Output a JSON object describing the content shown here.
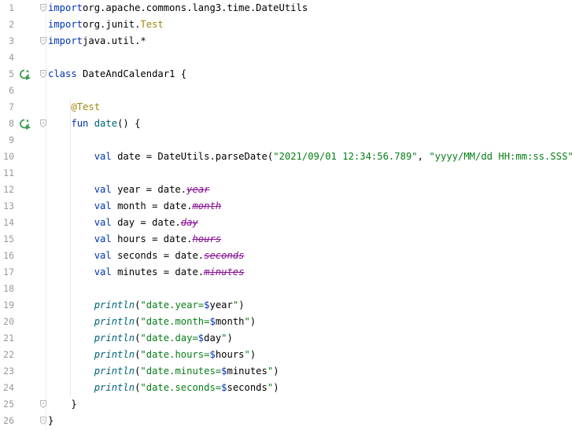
{
  "lines": [
    {
      "n": "1",
      "tokens": [
        [
          "kw",
          "import"
        ],
        [
          "",
          "org.apache.commons.lang3.time.DateUtils"
        ]
      ]
    },
    {
      "n": "2",
      "tokens": [
        [
          "kw",
          "import"
        ],
        [
          "",
          "org.junit."
        ],
        [
          "ann",
          "Test"
        ]
      ]
    },
    {
      "n": "3",
      "tokens": [
        [
          "kw",
          "import"
        ],
        [
          "",
          "java.util.*"
        ]
      ]
    },
    {
      "n": "4",
      "tokens": []
    },
    {
      "n": "5",
      "tokens": [
        [
          "kw",
          "class "
        ],
        [
          "",
          "DateAndCalendar1 {"
        ]
      ]
    },
    {
      "n": "6",
      "tokens": []
    },
    {
      "n": "7",
      "tokens": [
        [
          "",
          "    "
        ],
        [
          "ann",
          "@Test"
        ]
      ]
    },
    {
      "n": "8",
      "tokens": [
        [
          "",
          "    "
        ],
        [
          "kw",
          "fun "
        ],
        [
          "fn",
          "date"
        ],
        [
          "",
          "() {"
        ]
      ]
    },
    {
      "n": "9",
      "tokens": []
    },
    {
      "n": "10",
      "tokens": [
        [
          "",
          "        "
        ],
        [
          "kw",
          "val "
        ],
        [
          "",
          "date = DateUtils.parseDate("
        ],
        [
          "str",
          "\"2021/09/01 12:34:56.789\""
        ],
        [
          "",
          ", "
        ],
        [
          "str",
          "\"yyyy/MM/dd HH:mm:ss.SSS\""
        ],
        [
          "",
          ")"
        ]
      ]
    },
    {
      "n": "11",
      "tokens": []
    },
    {
      "n": "12",
      "tokens": [
        [
          "",
          "        "
        ],
        [
          "kw",
          "val "
        ],
        [
          "",
          "year = date."
        ],
        [
          "prop",
          "year"
        ]
      ]
    },
    {
      "n": "13",
      "tokens": [
        [
          "",
          "        "
        ],
        [
          "kw",
          "val "
        ],
        [
          "",
          "month = date."
        ],
        [
          "prop",
          "month"
        ]
      ]
    },
    {
      "n": "14",
      "tokens": [
        [
          "",
          "        "
        ],
        [
          "kw",
          "val "
        ],
        [
          "",
          "day = date."
        ],
        [
          "prop",
          "day"
        ]
      ]
    },
    {
      "n": "15",
      "tokens": [
        [
          "",
          "        "
        ],
        [
          "kw",
          "val "
        ],
        [
          "",
          "hours = date."
        ],
        [
          "prop",
          "hours"
        ]
      ]
    },
    {
      "n": "16",
      "tokens": [
        [
          "",
          "        "
        ],
        [
          "kw",
          "val "
        ],
        [
          "",
          "seconds = date."
        ],
        [
          "prop",
          "seconds"
        ]
      ]
    },
    {
      "n": "17",
      "tokens": [
        [
          "",
          "        "
        ],
        [
          "kw",
          "val "
        ],
        [
          "",
          "minutes = date."
        ],
        [
          "prop",
          "minutes"
        ]
      ]
    },
    {
      "n": "18",
      "tokens": []
    },
    {
      "n": "19",
      "tokens": [
        [
          "",
          "        "
        ],
        [
          "call",
          "println"
        ],
        [
          "",
          "("
        ],
        [
          "str",
          "\"date.year="
        ],
        [
          "tmpl",
          "$"
        ],
        [
          "",
          "year"
        ],
        [
          "str",
          "\""
        ],
        [
          "",
          ")"
        ]
      ]
    },
    {
      "n": "20",
      "tokens": [
        [
          "",
          "        "
        ],
        [
          "call",
          "println"
        ],
        [
          "",
          "("
        ],
        [
          "str",
          "\"date.month="
        ],
        [
          "tmpl",
          "$"
        ],
        [
          "",
          "month"
        ],
        [
          "str",
          "\""
        ],
        [
          "",
          ")"
        ]
      ]
    },
    {
      "n": "21",
      "tokens": [
        [
          "",
          "        "
        ],
        [
          "call",
          "println"
        ],
        [
          "",
          "("
        ],
        [
          "str",
          "\"date.day="
        ],
        [
          "tmpl",
          "$"
        ],
        [
          "",
          "day"
        ],
        [
          "str",
          "\""
        ],
        [
          "",
          ")"
        ]
      ]
    },
    {
      "n": "22",
      "tokens": [
        [
          "",
          "        "
        ],
        [
          "call",
          "println"
        ],
        [
          "",
          "("
        ],
        [
          "str",
          "\"date.hours="
        ],
        [
          "tmpl",
          "$"
        ],
        [
          "",
          "hours"
        ],
        [
          "str",
          "\""
        ],
        [
          "",
          ")"
        ]
      ]
    },
    {
      "n": "23",
      "tokens": [
        [
          "",
          "        "
        ],
        [
          "call",
          "println"
        ],
        [
          "",
          "("
        ],
        [
          "str",
          "\"date.minutes="
        ],
        [
          "tmpl",
          "$"
        ],
        [
          "",
          "minutes"
        ],
        [
          "str",
          "\""
        ],
        [
          "",
          ")"
        ]
      ]
    },
    {
      "n": "24",
      "tokens": [
        [
          "",
          "        "
        ],
        [
          "call",
          "println"
        ],
        [
          "",
          "("
        ],
        [
          "str",
          "\"date.seconds="
        ],
        [
          "tmpl",
          "$"
        ],
        [
          "",
          "seconds"
        ],
        [
          "str",
          "\""
        ],
        [
          "",
          ")"
        ]
      ]
    },
    {
      "n": "25",
      "tokens": [
        [
          "",
          "    }"
        ]
      ]
    },
    {
      "n": "26",
      "tokens": [
        [
          "",
          "}"
        ]
      ]
    }
  ],
  "run_markers": [
    "5",
    "8"
  ],
  "fold_markers": [
    "1",
    "3",
    "5",
    "8",
    "25",
    "26"
  ],
  "colors": {
    "keyword": "#0033b3",
    "string": "#067d17",
    "annotation": "#9e880d",
    "function": "#00627a",
    "deprecated_property": "#871094",
    "line_number": "#999999",
    "run_icon": "#3a9a4a"
  },
  "icons": {
    "run": "run-gutter-icon",
    "fold": "fold-marker-icon"
  }
}
